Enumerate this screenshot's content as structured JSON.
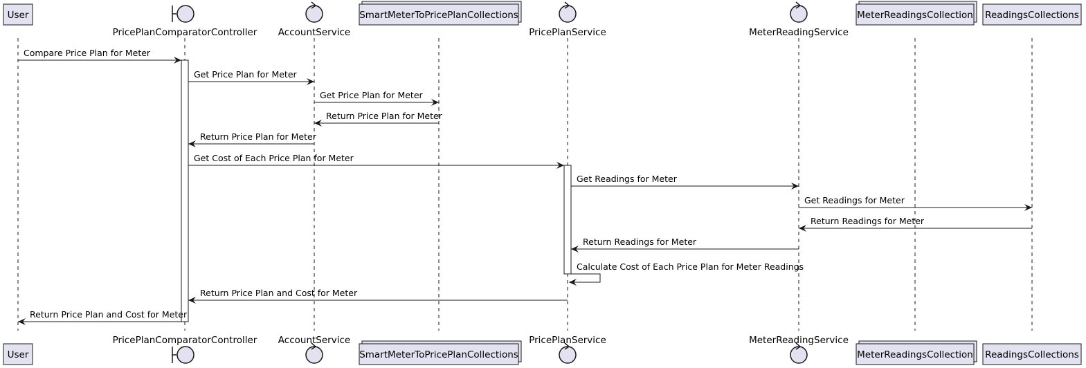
{
  "colors": {
    "participant_fill": "#e2e2f0",
    "participant_stroke": "#181818",
    "lifeline": "#181818",
    "arrow": "#181818",
    "activation_fill": "#ffffff"
  },
  "participants": [
    {
      "id": "user",
      "name": "User",
      "kind": "participant"
    },
    {
      "id": "controller",
      "name": "PricePlanComparatorController",
      "kind": "boundary"
    },
    {
      "id": "account",
      "name": "AccountService",
      "kind": "control"
    },
    {
      "id": "smartmeter",
      "name": "SmartMeterToPricePlanCollections",
      "kind": "collections"
    },
    {
      "id": "priceplan",
      "name": "PricePlanService",
      "kind": "control"
    },
    {
      "id": "meterreading",
      "name": "MeterReadingService",
      "kind": "control"
    },
    {
      "id": "meterreadings",
      "name": "MeterReadingsCollection",
      "kind": "collections"
    },
    {
      "id": "readings",
      "name": "ReadingsCollections",
      "kind": "participant"
    }
  ],
  "messages": [
    {
      "from": "user",
      "to": "controller",
      "label": "Compare Price Plan for Meter"
    },
    {
      "from": "controller",
      "to": "account",
      "label": "Get Price Plan for Meter"
    },
    {
      "from": "account",
      "to": "smartmeter",
      "label": "Get Price Plan for Meter"
    },
    {
      "from": "smartmeter",
      "to": "account",
      "label": "Return Price Plan for Meter"
    },
    {
      "from": "account",
      "to": "controller",
      "label": "Return Price Plan for Meter"
    },
    {
      "from": "controller",
      "to": "priceplan",
      "label": "Get Cost of Each Price Plan for Meter"
    },
    {
      "from": "priceplan",
      "to": "meterreading",
      "label": "Get Readings for Meter"
    },
    {
      "from": "meterreading",
      "to": "readings",
      "label": "Get Readings for Meter"
    },
    {
      "from": "readings",
      "to": "meterreading",
      "label": "Return Readings for Meter"
    },
    {
      "from": "meterreading",
      "to": "priceplan",
      "label": "Return Readings for Meter"
    },
    {
      "from": "priceplan",
      "to": "priceplan",
      "label": "Calculate Cost of Each Price Plan for Meter Readings"
    },
    {
      "from": "priceplan",
      "to": "controller",
      "label": "Return Price Plan and Cost for Meter"
    },
    {
      "from": "controller",
      "to": "user",
      "label": "Return Price Plan and Cost for Meter"
    }
  ]
}
